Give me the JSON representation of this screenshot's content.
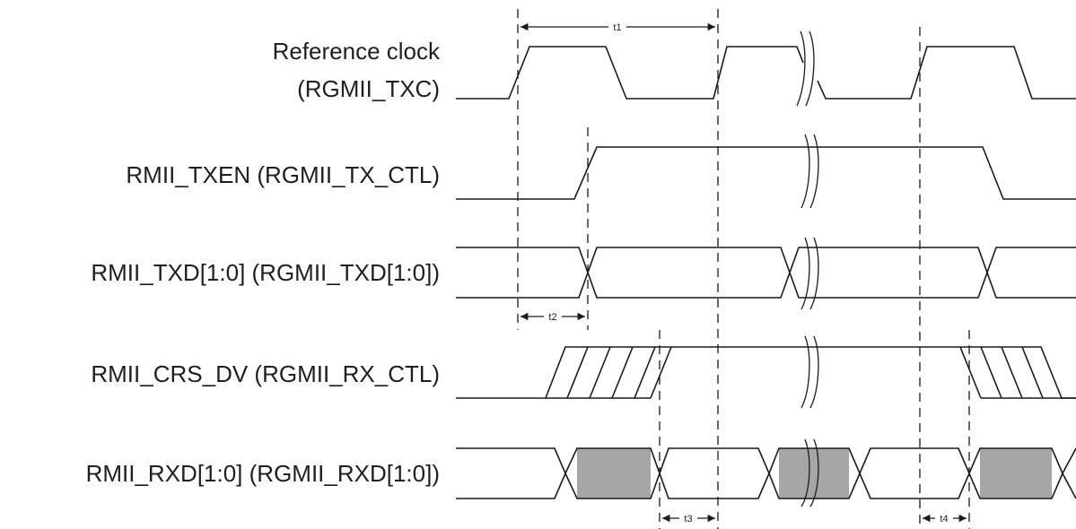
{
  "signals": {
    "ref_clock": {
      "line1": "Reference clock",
      "line2": "(RGMII_TXC)"
    },
    "txen": "RMII_TXEN (RGMII_TX_CTL)",
    "txd": "RMII_TXD[1:0] (RGMII_TXD[1:0])",
    "crs_dv": "RMII_CRS_DV (RGMII_RX_CTL)",
    "rxd": "RMII_RXD[1:0] (RGMII_RXD[1:0])"
  },
  "timing": {
    "t1": "t1",
    "t2": "t2",
    "t3": "t3",
    "t4": "t4"
  },
  "colors": {
    "line": "#1a1a1a",
    "shade": "#a6a6a6",
    "text": "#1f1f1f"
  }
}
